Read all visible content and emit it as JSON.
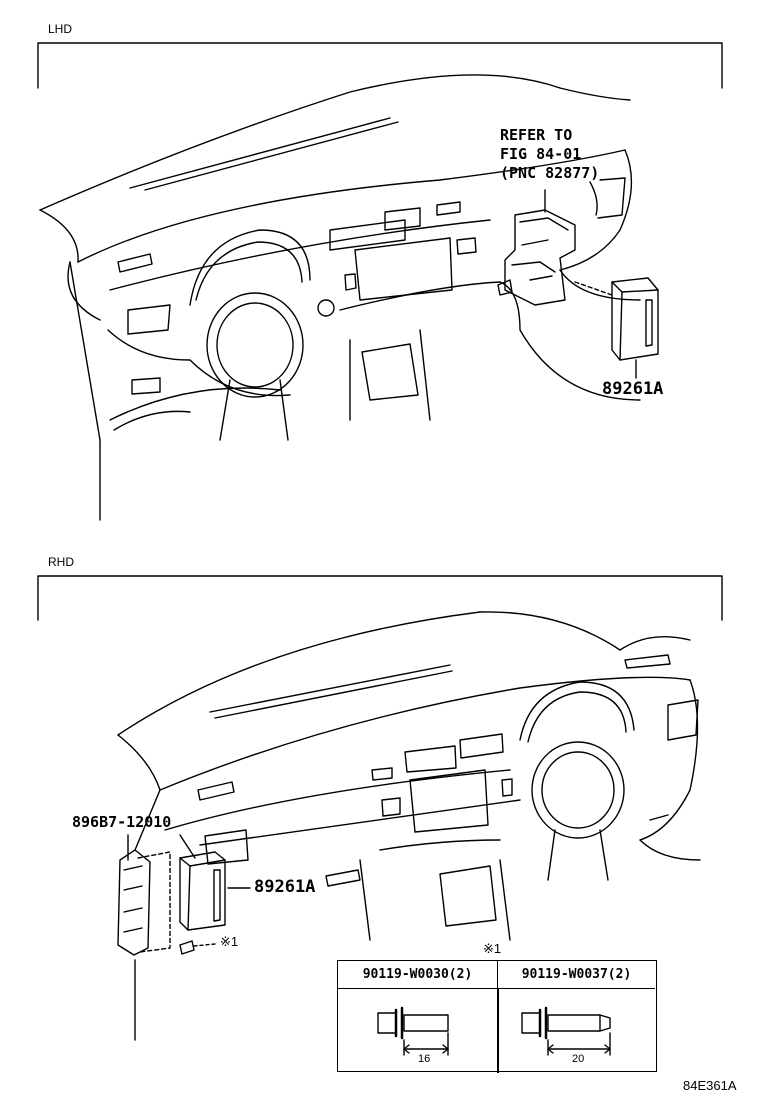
{
  "sections": {
    "lhd": {
      "label": "LHD"
    },
    "rhd": {
      "label": "RHD"
    }
  },
  "lhd_callouts": {
    "refer_to": "REFER TO\nFIG 84-01\n(PNC 82877)",
    "ecu_part": "89261A"
  },
  "rhd_callouts": {
    "bracket_part": "896B7-12010",
    "ecu_part": "89261A",
    "note_mark": "※1"
  },
  "fastener_table": {
    "title": "※1",
    "columns": [
      {
        "part": "90119-W0030(2)",
        "length": "16"
      },
      {
        "part": "90119-W0037(2)",
        "length": "20"
      }
    ]
  },
  "figure_code": "84E361A"
}
